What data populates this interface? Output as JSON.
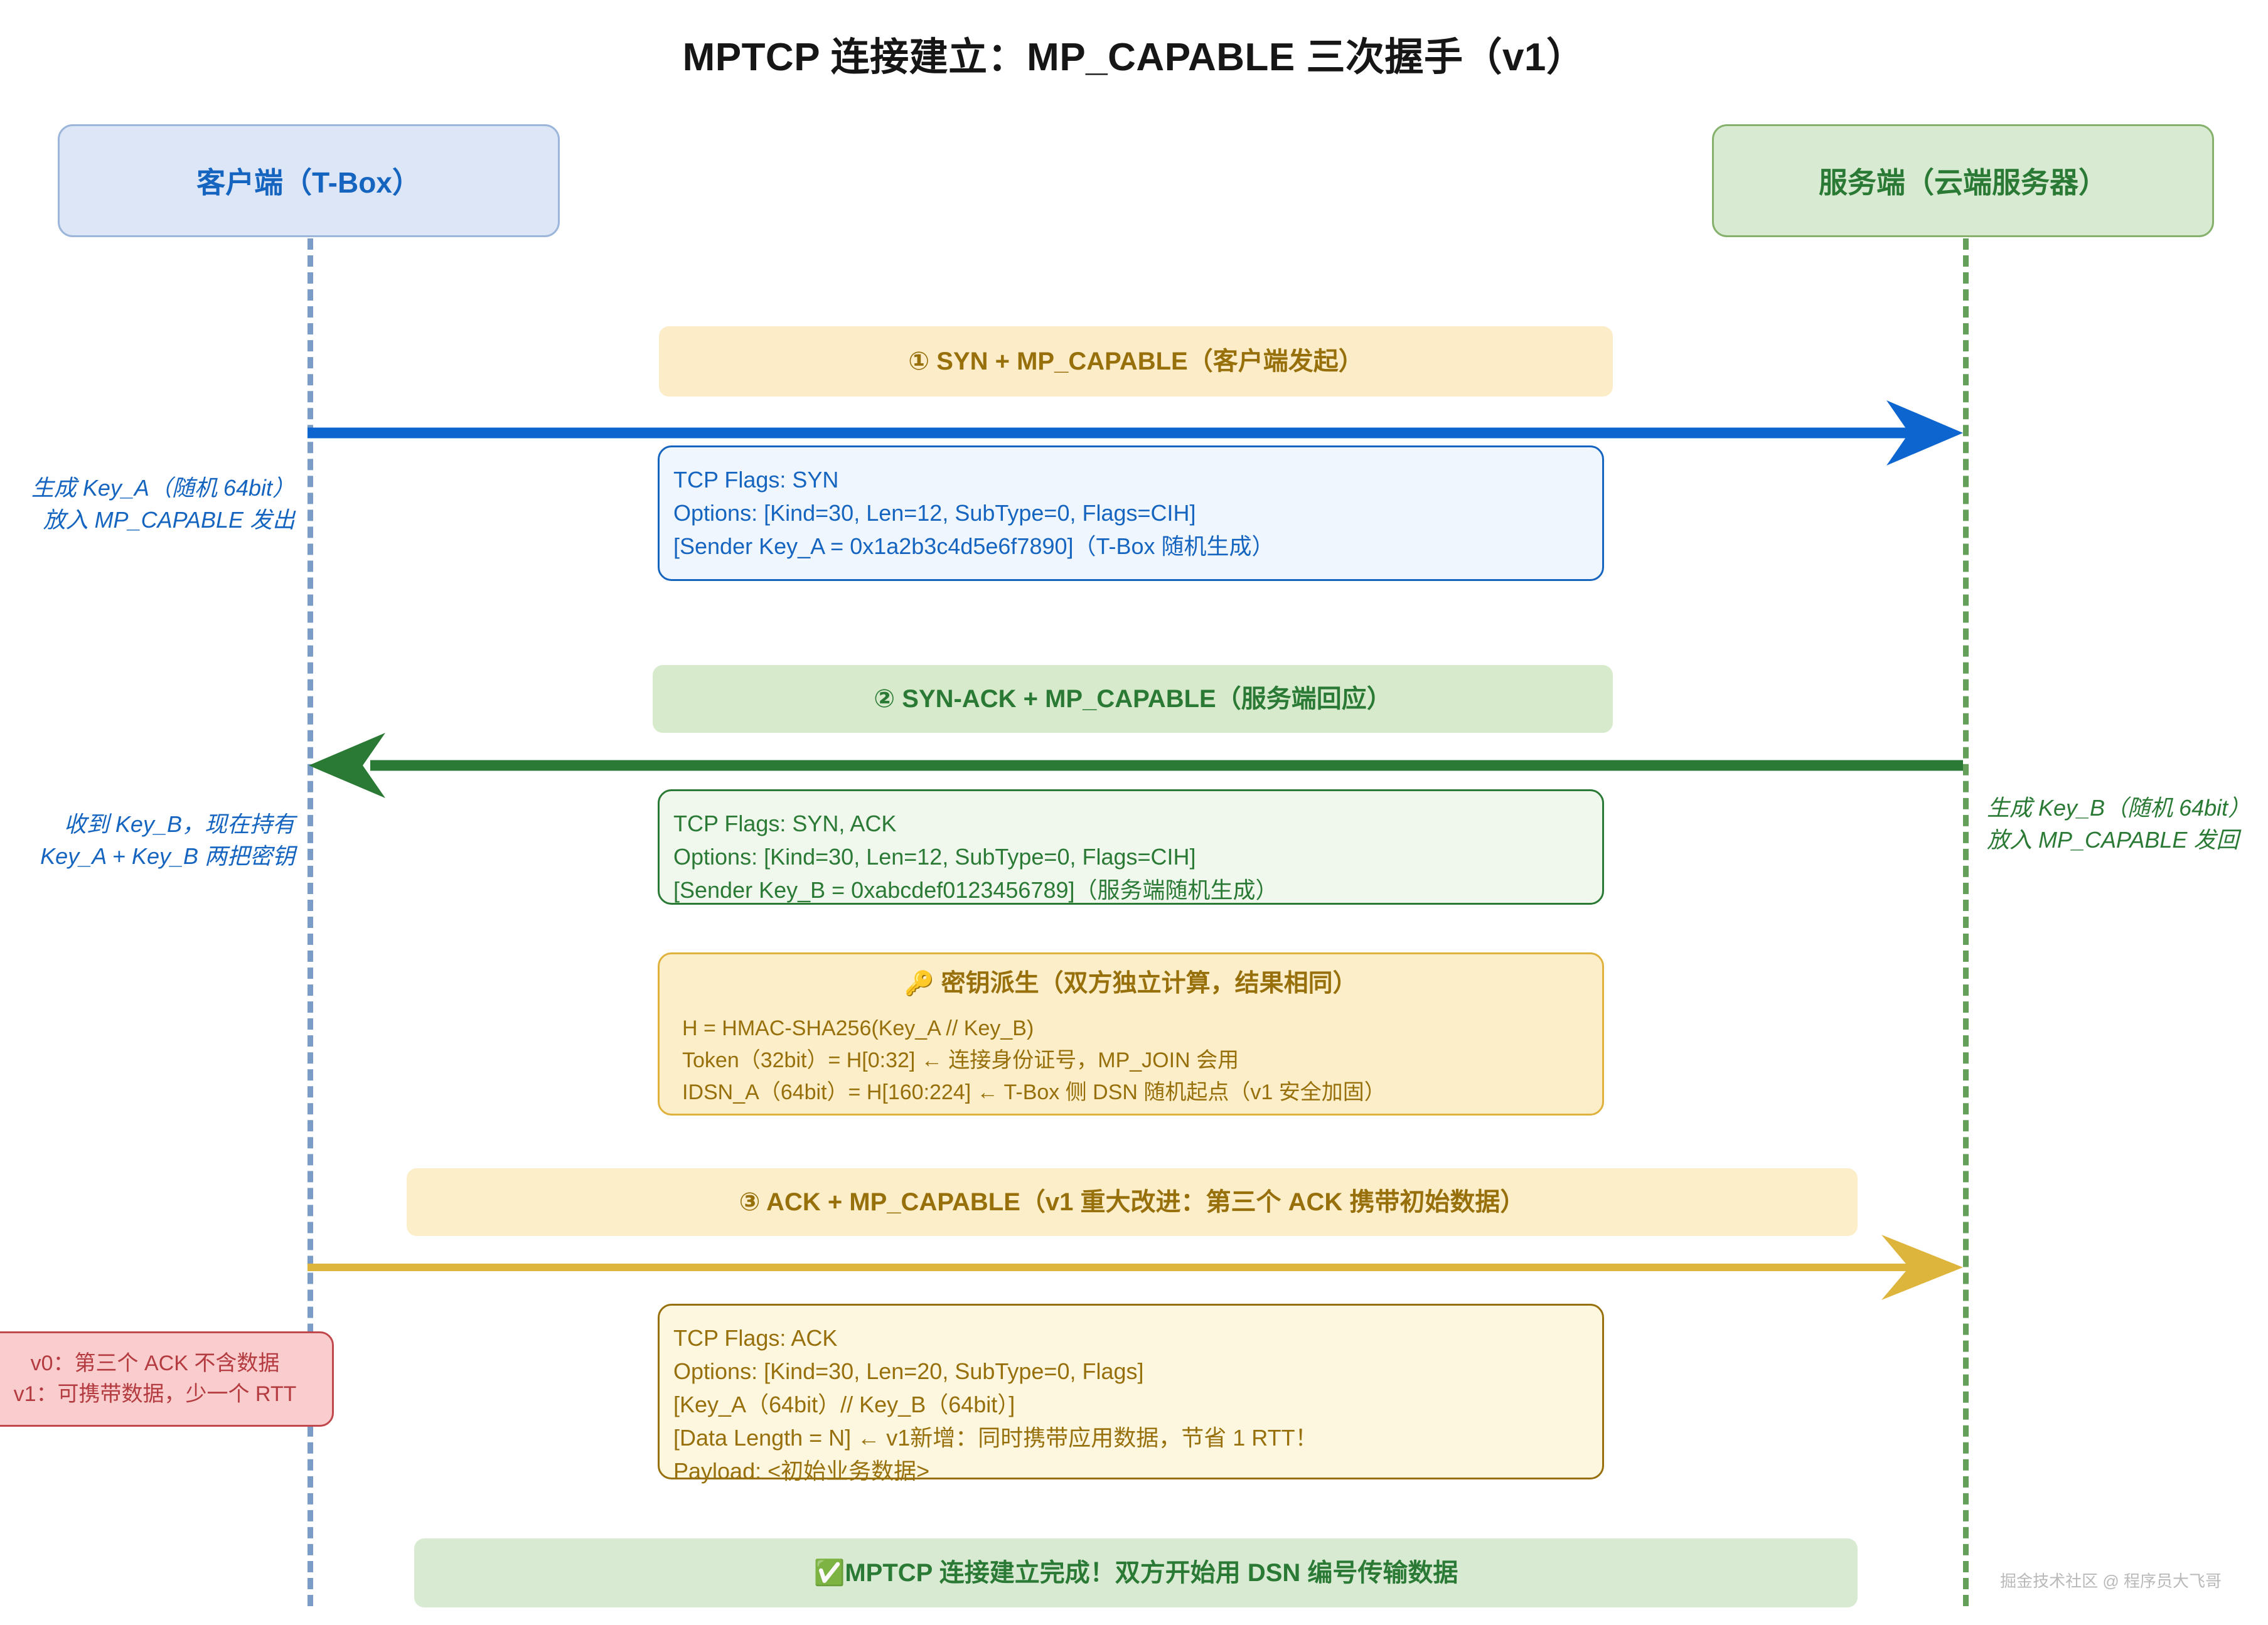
{
  "title": "MPTCP 连接建立：MP_CAPABLE 三次握手（v1）",
  "actors": {
    "client": {
      "label": "客户端（T-Box）",
      "fill": "#dce6f7",
      "stroke": "#9cb5da",
      "text": "#1565c0"
    },
    "server": {
      "label": "服务端（云端服务器）",
      "fill": "#d9ead3",
      "stroke": "#86b16a",
      "text": "#2a7a35"
    }
  },
  "messages": [
    {
      "id": "msg-1",
      "banner": "① SYN + MP_CAPABLE（客户端发起）",
      "direction": "client-to-server",
      "color": "#0d66cf",
      "detail": "TCP Flags: SYN\nOptions: [Kind=30, Len=12, SubType=0, Flags=CIH]\n[Sender Key_A = 0x1a2b3c4d5e6f7890]（T-Box 随机生成）"
    },
    {
      "id": "msg-2",
      "banner": "② SYN-ACK + MP_CAPABLE（服务端回应）",
      "direction": "server-to-client",
      "color": "#2a7a35",
      "detail": "TCP Flags: SYN, ACK\nOptions: [Kind=30, Len=12, SubType=0, Flags=CIH]\n[Sender Key_B = 0xabcdef0123456789]（服务端随机生成）"
    },
    {
      "id": "msg-3",
      "banner": "③ ACK + MP_CAPABLE（v1 重大改进：第三个 ACK 携带初始数据）",
      "direction": "client-to-server",
      "color": "#ddb43c",
      "detail": "TCP Flags: ACK\nOptions: [Kind=30, Len=20, SubType=0, Flags]\n[Key_A（64bit）// Key_B（64bit）]\n[Data Length = N] ← v1新增：同时携带应用数据，节省 1 RTT！\nPayload: <初始业务数据>"
    }
  ],
  "key_derivation": {
    "icon": "🔑",
    "title": "密钥派生（双方独立计算，结果相同）",
    "body": "H = HMAC-SHA256(Key_A // Key_B)\nToken（32bit）= H[0:32] ← 连接身份证号，MP_JOIN 会用\nIDSN_A（64bit）= H[160:224] ← T-Box 侧 DSN 随机起点（v1 安全加固）"
  },
  "side_notes": {
    "client_gen_key": "生成 Key_A（随机 64bit）\n放入 MP_CAPABLE 发出",
    "client_got_key": "收到 Key_B，现在持有\nKey_A + Key_B 两把密钥",
    "server_gen_key": "生成 Key_B（随机 64bit）\n放入 MP_CAPABLE 发回"
  },
  "version_note": {
    "line1": "v0：第三个 ACK 不含数据",
    "line2": "v1：可携带数据，少一个 RTT"
  },
  "final_banner": {
    "icon": "✅",
    "label": "MPTCP 连接建立完成！双方开始用 DSN 编号传输数据"
  },
  "watermark": "掘金技术社区 @ 程序员大飞哥"
}
